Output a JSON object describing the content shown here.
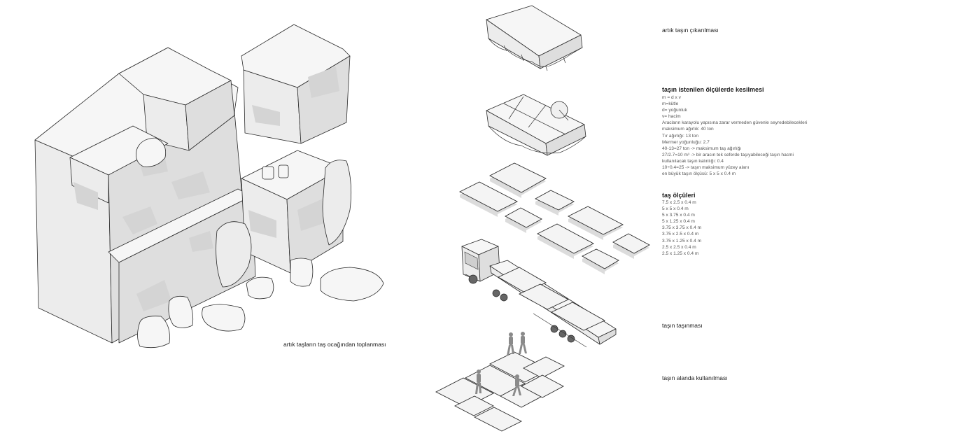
{
  "labels": {
    "quarry_collection": "artık taşların taş ocağından toplanması",
    "extraction": "artık taşın çıkarılması",
    "cutting_title": "taşın istenilen ölçülerde kesilmesi",
    "sizes_title": "taş ölçüleri",
    "transport": "taşın taşınması",
    "on_site_use": "taşın alanda kullanılması"
  },
  "cutting_lines": [
    "m = d x v",
    "m=kütle",
    "d= yoğunluk",
    "v= hacim",
    "Aracların karayolu yapısına zarar vermeden güvenle seyredebilecekleri",
    "maksimum ağırlık: 40 ton",
    "Tır ağırlığı: 13 ton",
    "Mermer yoğunluğu: 2.7",
    "40-13=27 ton -> maksimum taş ağırlığı",
    "27/2.7=10 m³ -> bir aracın tek seferde taşıyabileceği taşın hacmi",
    "kullanılacak taşın kalınlığı: 0.4",
    "10÷0.4=25 -> taşın maksimum yüzey alanı",
    "en büyük taşın ölçüsü: 5 x 5 x 0.4 m"
  ],
  "sizes": [
    "7.5 x 2.5 x 0.4 m",
    "5 x 5 x 0.4 m",
    "5 x 3.75 x 0.4 m",
    "5 x 1.25 x 0.4 m",
    "3.75 x 3.75 x 0.4 m",
    "3.75 x 2.5 x 0.4 m",
    "3.75 x 1.25 x 0.4 m",
    "2.5 x 2.5 x 0.4 m",
    "2.5 x 1.25 x 0.4 m"
  ],
  "colors": {
    "stone_top": "#f6f6f6",
    "stone_left": "#e9e9e9",
    "stone_right": "#dcdcdc",
    "outline": "#2a2a2a",
    "figure": "#8a8a8a"
  }
}
